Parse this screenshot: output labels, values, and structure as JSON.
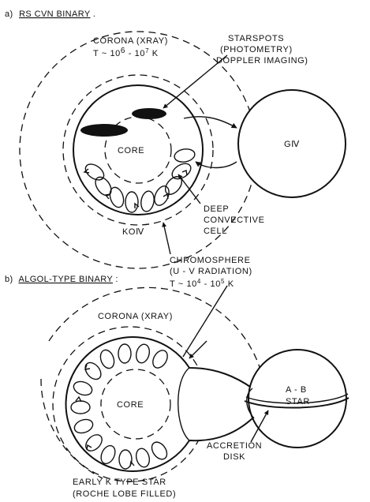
{
  "panel_a": {
    "heading_prefix": "a)",
    "heading": "RS CVN BINARY",
    "heading_tail": ".",
    "corona_line1": "CORONA (XRAY)",
    "corona_t": "T ~ 10",
    "corona_e1": "6",
    "corona_dash": " - 10",
    "corona_e2": "7",
    "corona_k": " K",
    "starspots_line1": "STARSPOTS",
    "starspots_line2": "(PHOTOMETRY)",
    "starspots_line3": "DOPPLER IMAGING)",
    "core": "CORE",
    "companion": "GⅣ",
    "deep_line1": "DEEP",
    "deep_line2": "CONVECTIVE",
    "deep_line3": "CELL",
    "primary": "KOⅣ",
    "chromo_line1": "CHROMOSPHERE",
    "chromo_line2": "(U - V RADIATION)",
    "chromo_t": "T ~ 10",
    "chromo_e1": "4",
    "chromo_dash": " - 10",
    "chromo_e2": "5",
    "chromo_k": " K"
  },
  "panel_b": {
    "heading_prefix": "b)",
    "heading": "ALGOL-TYPE BINARY",
    "heading_tail": ":",
    "corona": "CORONA (XRAY)",
    "core": "CORE",
    "companion_line1": "A - B",
    "companion_line2": "STAR",
    "accretion_line1": "ACCRETION",
    "accretion_line2": "DISK",
    "primary_line1": "EARLY K TYPE STAR",
    "primary_line2": "(ROCHE LOBE FILLED)"
  }
}
